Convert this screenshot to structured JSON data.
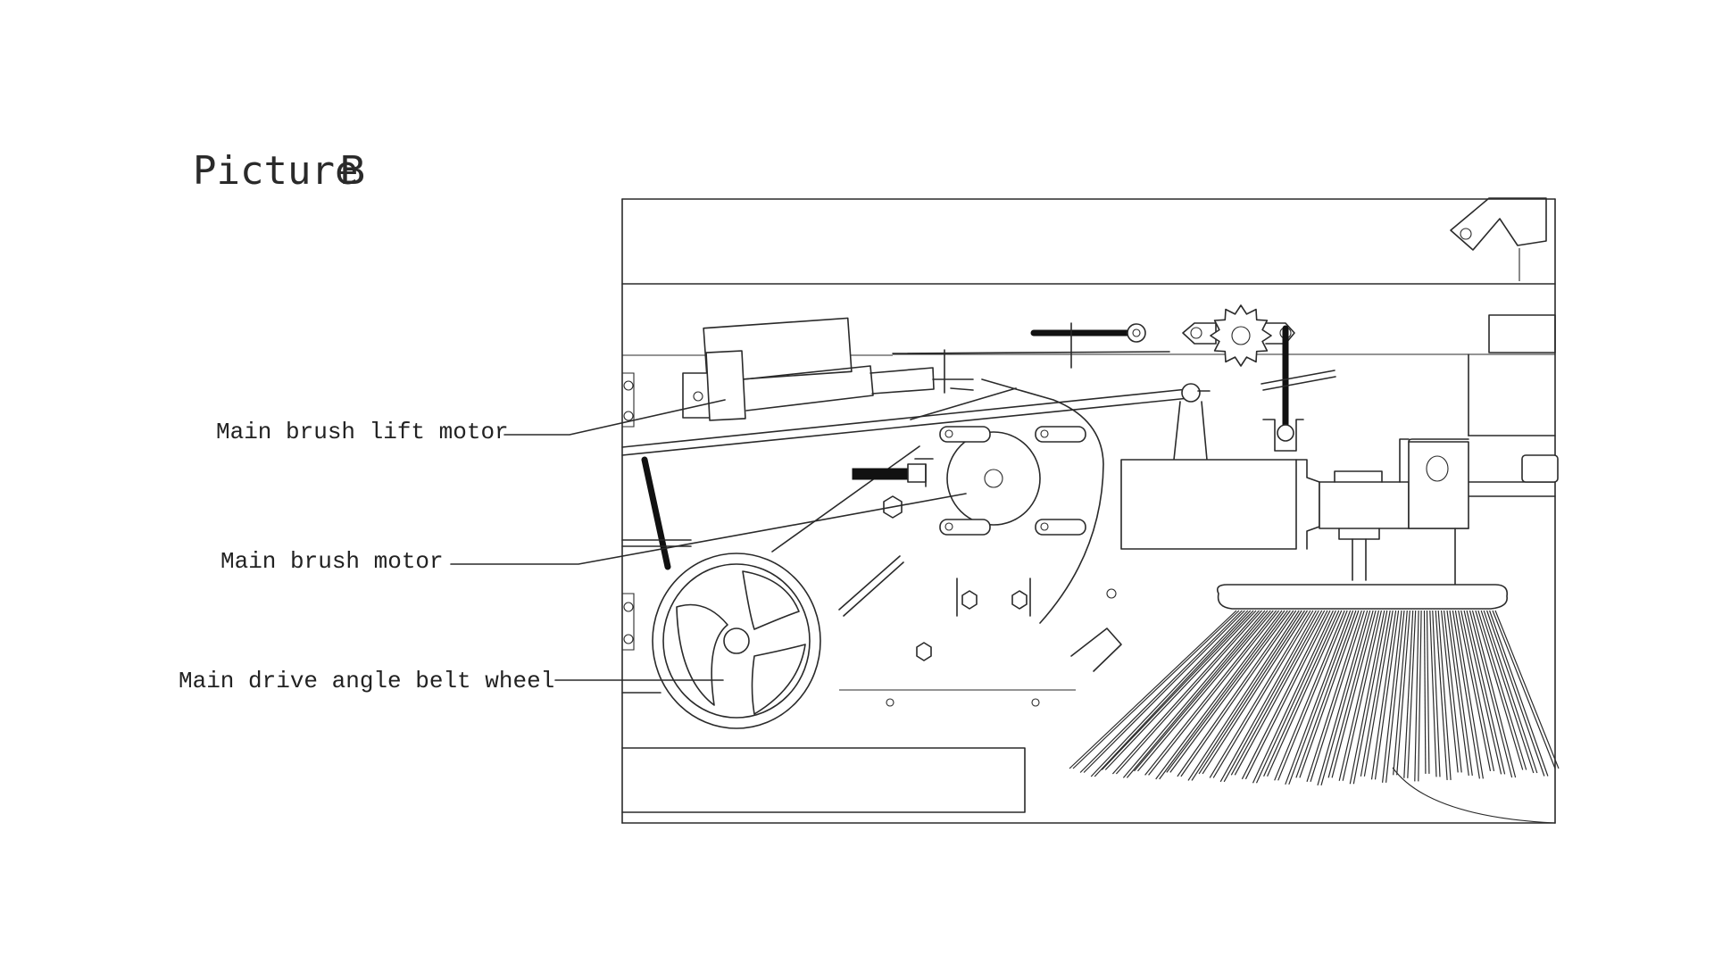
{
  "title": {
    "prefix": "Picture",
    "letter": "B"
  },
  "labels": [
    {
      "id": "lift",
      "text": "Main brush lift motor"
    },
    {
      "id": "motor",
      "text": "Main brush motor"
    },
    {
      "id": "wheel",
      "text": "Main drive angle belt wheel"
    }
  ],
  "colors": {
    "line": "#2a2a2a",
    "background": "#ffffff"
  }
}
